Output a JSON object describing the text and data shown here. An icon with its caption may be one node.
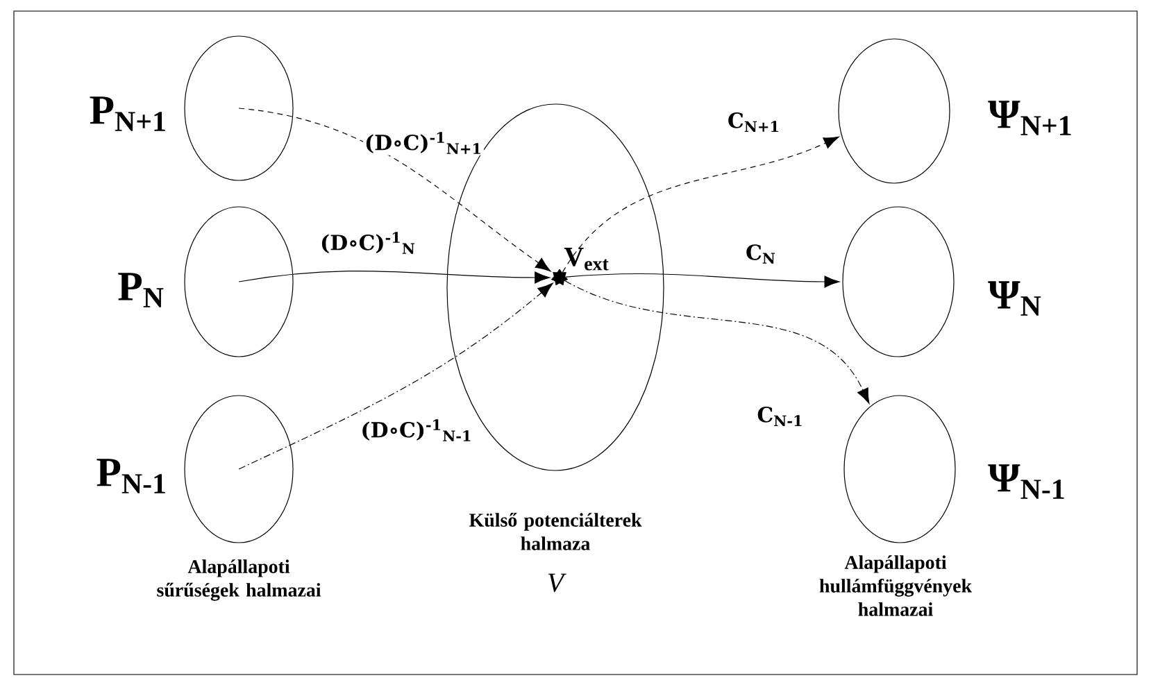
{
  "diagram": {
    "nodes": [
      {
        "text": [
          "P$_{N+1}$"
        ]
      },
      {
        "text": [
          "P$_{N}$"
        ]
      },
      {
        "text": [
          "P$_{N-1}$"
        ]
      },
      {
        "text": [
          "Külső potenciálterek halmaza",
          "V"
        ]
      },
      {
        "text": [
          "V$_{ext}$"
        ],
        "in": 3
      },
      {
        "text": [
          "Ψ$_{N+1}$"
        ]
      },
      {
        "text": [
          "Ψ$_{N}$"
        ]
      },
      {
        "text": [
          "Ψ$_{N-1}$"
        ]
      }
    ],
    "edges": [
      {
        "from": 0,
        "to": 4,
        "arrow": "to",
        "style": "dashed",
        "label": "(D∘C)$^{-1}$$_{N+1}$"
      },
      {
        "from": 1,
        "to": 4,
        "arrow": "to",
        "label": "(D∘C)$^{-1}$$_{N}$"
      },
      {
        "from": 2,
        "to": 4,
        "arrow": "to",
        "style": "dashed",
        "label": "(D∘C)$^{-1}$$_{N-1}$"
      },
      {
        "from": 4,
        "to": 5,
        "arrow": "to",
        "style": "dashed",
        "label": "C$_{N+1}$"
      },
      {
        "from": 4,
        "to": 6,
        "arrow": "to",
        "label": "C$_{N}$"
      },
      {
        "from": 4,
        "to": 7,
        "arrow": "to",
        "style": "dashed",
        "label": "C$_{N-1}$"
      }
    ],
    "labels": [
      "Alapállapoti sűrűségek halmazai",
      "Alapállapoti hullámfüggvények halmazai"
    ]
  }
}
